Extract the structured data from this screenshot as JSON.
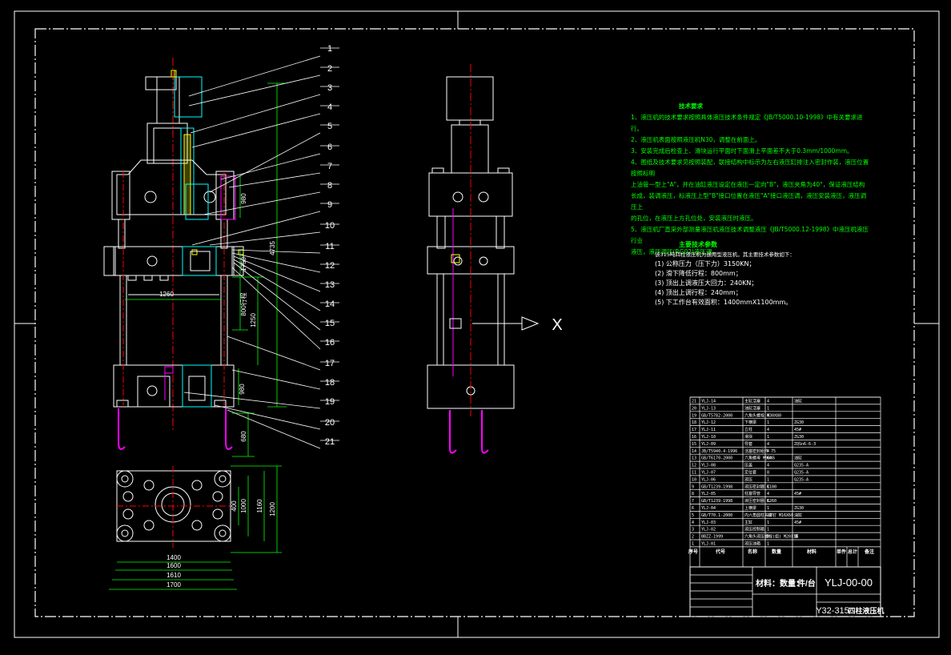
{
  "callouts": [
    "1",
    "2",
    "3",
    "4",
    "5",
    "6",
    "7",
    "8",
    "9",
    "10",
    "11",
    "12",
    "13",
    "14",
    "15",
    "16",
    "17",
    "18",
    "19",
    "20",
    "21"
  ],
  "dims_front": {
    "d1260": "1260",
    "d4735": "4735",
    "d980": "980",
    "d1750": "1750",
    "d800stroke": "800行程",
    "d1250": "1250",
    "d680": "680",
    "d980b": "980"
  },
  "dims_plan": {
    "d1400": "1400",
    "d1600": "1600",
    "d1610": "1610",
    "d1700": "1700",
    "d400": "400",
    "d1000": "1000",
    "d1160": "1160",
    "d1200": "1200"
  },
  "view_label": "X",
  "tech_requirements": {
    "title": "技术要求",
    "items": [
      "1、液压机的技术要求按照具体液压技术条件规定《JB/T5000.10-1998》中有关要求进行。",
      "2、液压机表面按照液压机N30，调整在前面上。",
      "3、安装完成后检查上、滑块运行平面时下面滑上平面差不大于0.3mm/1000mm。",
      "4、图纸及技术要求见按照装配，联接结构中标示为左右液压缸排注入密封作装，液压位置按照标明",
      "上油管一型上\"A\"，并在油缸液压设定在液压一定向\"B\"，液压夹角为40°，保证液压结构",
      "长成，装调液压，标液压上型\"B\"接口位置在液压\"A\"接口液压调，液压安装液压，液压调压上",
      "的孔位，在液压上方孔位处，安装液压时液压。",
      "5、液压机厂直采外部测量液压机液压技术调整液压《JB/T5000.12-1998》中液压机液压行业",
      "液压，液压调压(RG02)液压调。"
    ]
  },
  "main_params": {
    "title": "主要技术参数",
    "intro": "该315吨四柱液压机为通用型液压机，其主要技术参数如下：",
    "items": [
      "(1) 公称压力（压下力）3150KN；",
      "(2) 滑下降低行程：800mm；",
      "(3) 顶出上调液压大回力：240KN；",
      "(4) 顶出上调行程：240mm；",
      "(5) 下工作台有效面积：1400mmX1100mm。"
    ]
  },
  "bom": {
    "rows": [
      [
        "21",
        "YLJ-14",
        "主缸活塞",
        "4",
        "油缸"
      ],
      [
        "20",
        "YLJ-13",
        "油缸活塞",
        "1",
        ""
      ],
      [
        "19",
        "GB/T5782-2000",
        "六角头螺栓 M30X80",
        "4",
        ""
      ],
      [
        "18",
        "YLJ-12",
        "下横梁",
        "1",
        "ZG30"
      ],
      [
        "17",
        "YLJ-11",
        "立柱",
        "4",
        "45#"
      ],
      [
        "16",
        "YLJ-10",
        "滑块",
        "1",
        "ZG30"
      ],
      [
        "15",
        "YLJ-09",
        "导套",
        "4",
        "ZQSn6-6-3"
      ],
      [
        "14",
        "JB/T5940.4-1996",
        "活塞密封组件 75",
        "4",
        ""
      ],
      [
        "13",
        "GB/T6170-2000",
        "六角螺母 M90X6",
        "64",
        "油缸"
      ],
      [
        "12",
        "YLJ-08",
        "压盖",
        "4",
        "Q235-A"
      ],
      [
        "11",
        "YLJ-07",
        "定位套",
        "8",
        "Q235-A"
      ],
      [
        "10",
        "YLJ-06",
        "液压",
        "1",
        "Q235-A"
      ],
      [
        "9",
        "GB/T1239-1998",
        "液压密封圈 K100",
        "1",
        ""
      ],
      [
        "8",
        "YLJ-05",
        "柱塞导管",
        "4",
        "45#"
      ],
      [
        "7",
        "GB/T1239-1998",
        "液压密封圈 K260",
        "1",
        ""
      ],
      [
        "6",
        "YLJ-04",
        "上横梁",
        "1",
        "ZG30"
      ],
      [
        "5",
        "GB/T70.1-2000",
        "内六角圆柱头螺钉 M16X60",
        "12",
        "油缸"
      ],
      [
        "4",
        "YLJ-03",
        "主缸",
        "1",
        "45#"
      ],
      [
        "3",
        "YLJ-02",
        "液压控制箱",
        "1",
        ""
      ],
      [
        "2",
        "BBZZ-1999",
        "六角头液压螺栓(组) M20X16",
        "8",
        "钢"
      ],
      [
        "1",
        "YLJ-01",
        "液压油箱",
        "1",
        ""
      ]
    ],
    "header": [
      "序号",
      "代号",
      "名称",
      "数量",
      "材料",
      "单件",
      "总计",
      "备注"
    ],
    "material_label": "材料：",
    "qty_label": "数量：",
    "unit_label": "件/台",
    "drawing_no": "YLJ-00-00",
    "model": "Y32-315",
    "title": "四柱液压机"
  }
}
